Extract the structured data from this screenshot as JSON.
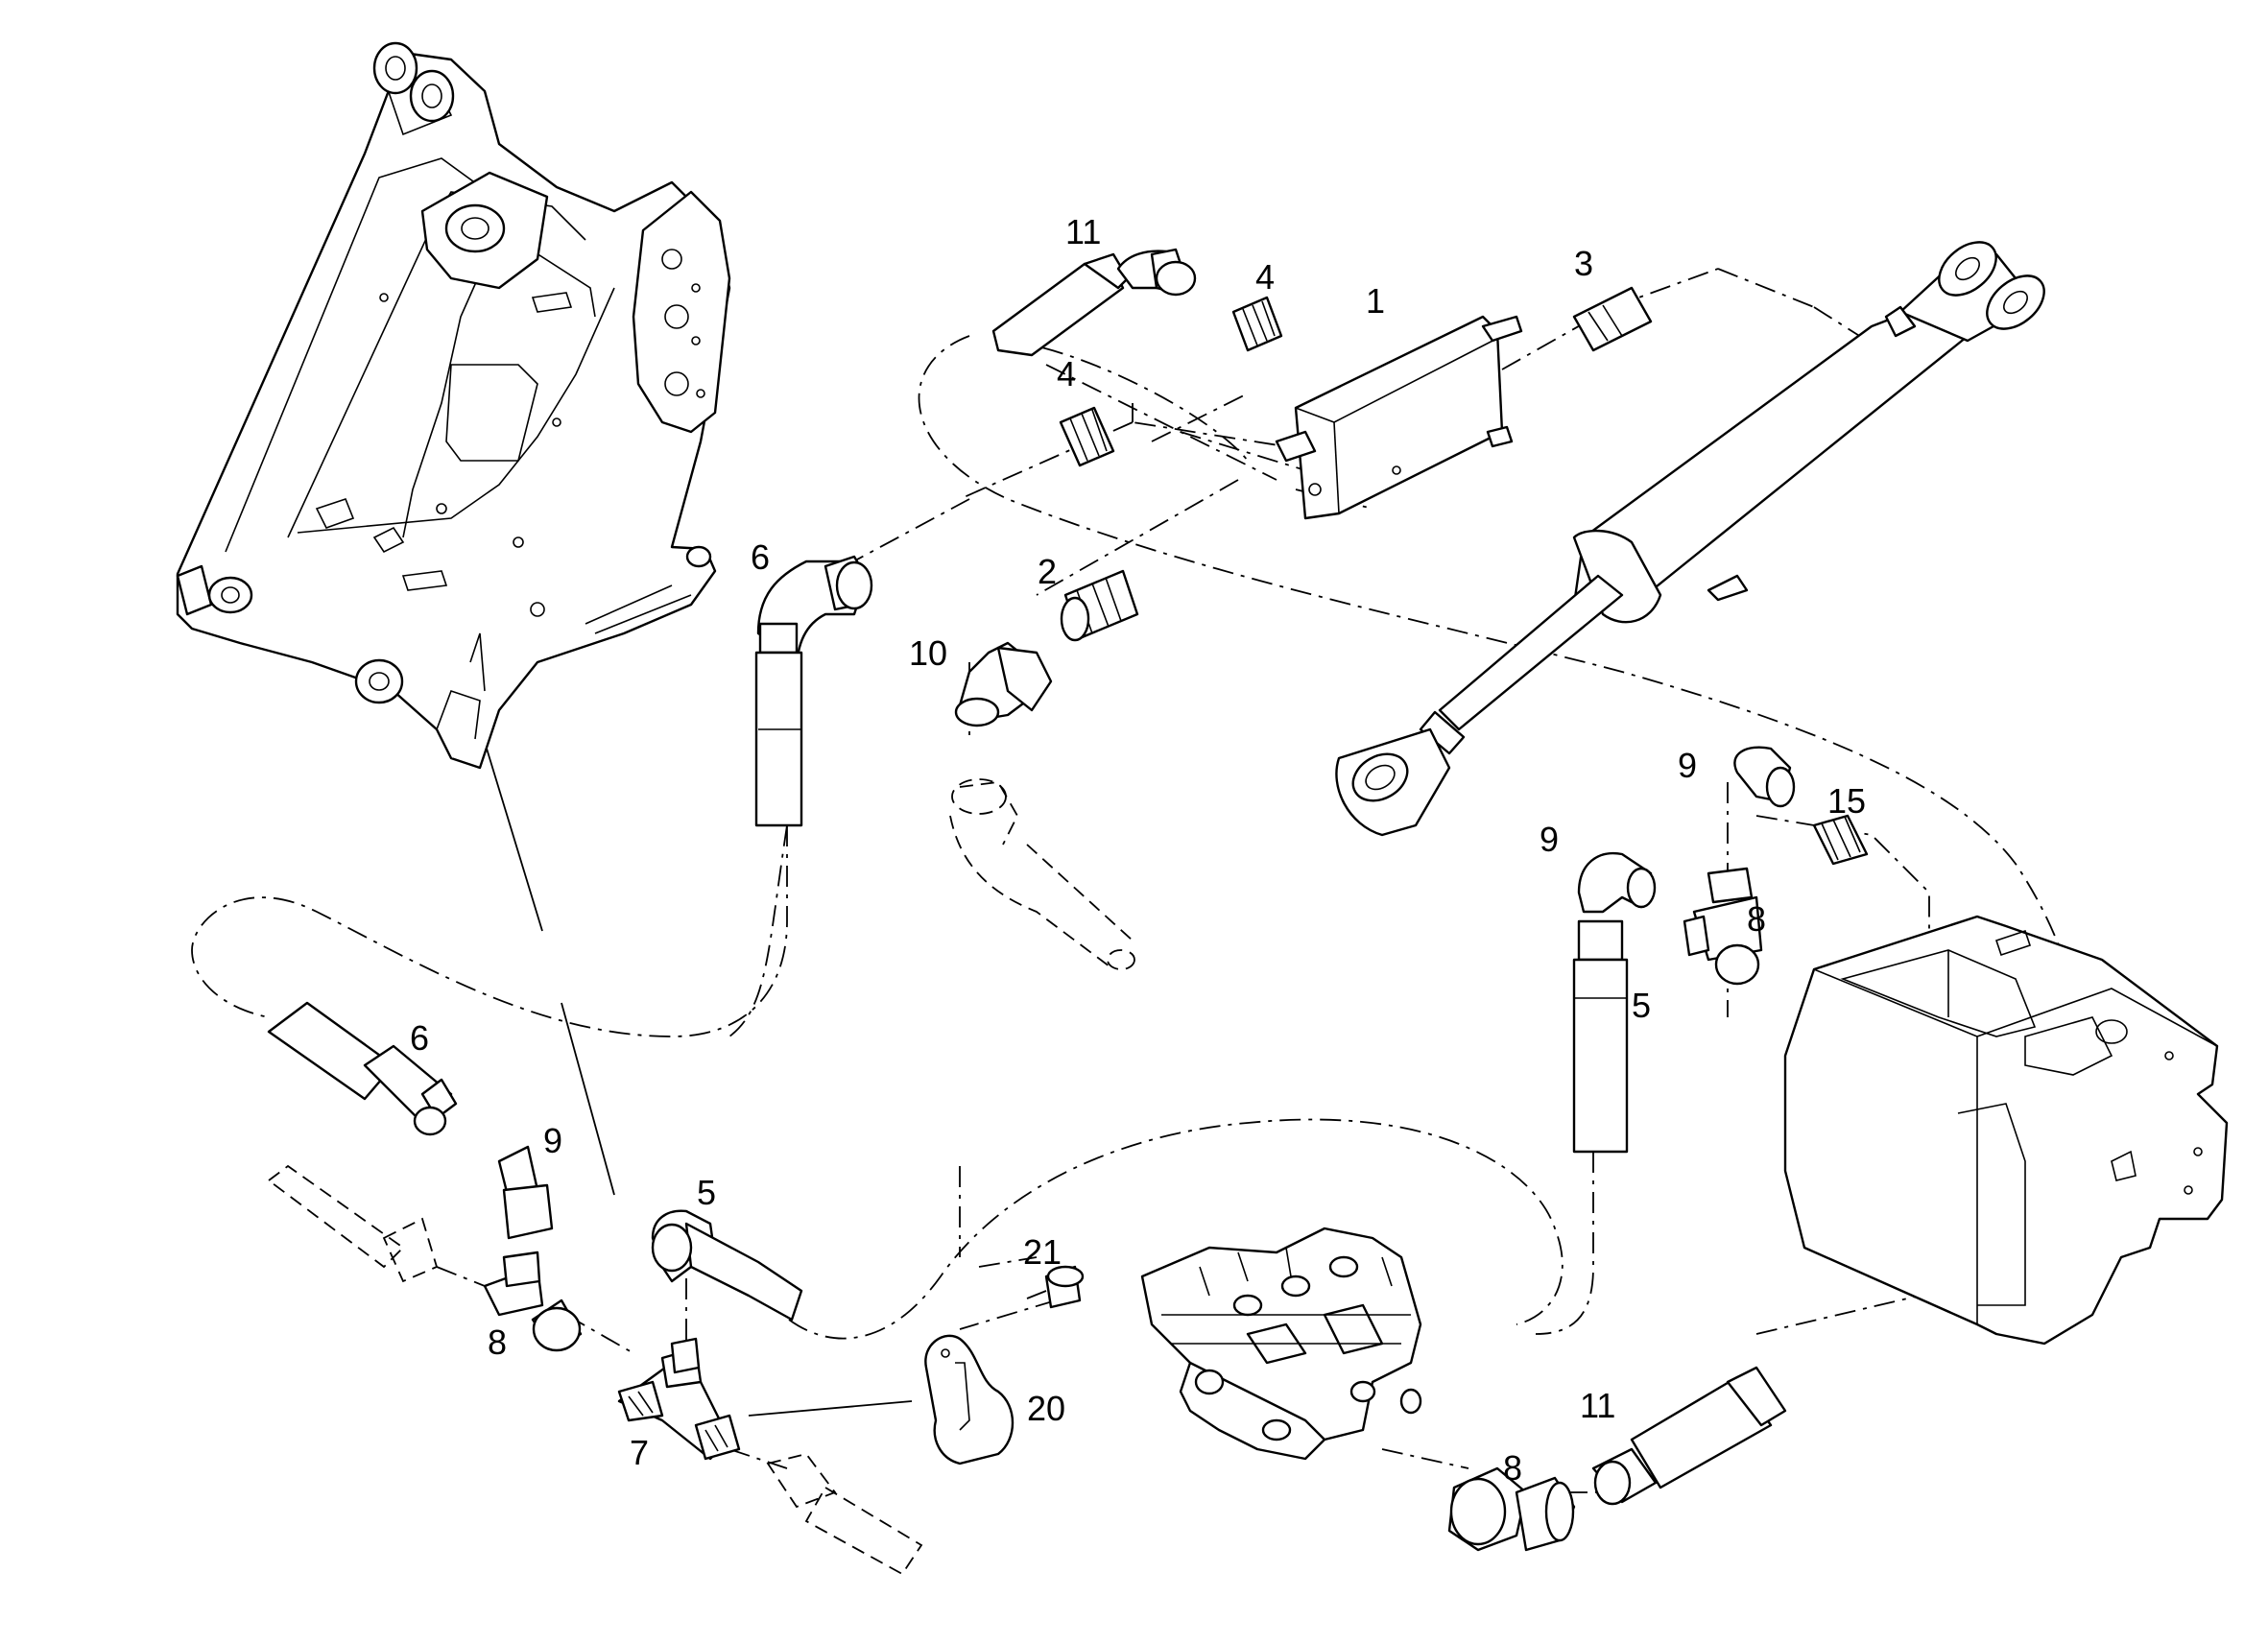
{
  "diagram": {
    "type": "exploded parts diagram",
    "callouts": [
      {
        "id": "c1",
        "text": "1"
      },
      {
        "id": "c2",
        "text": "2"
      },
      {
        "id": "c3",
        "text": "3"
      },
      {
        "id": "c4a",
        "text": "4"
      },
      {
        "id": "c4b",
        "text": "4"
      },
      {
        "id": "c5a",
        "text": "5"
      },
      {
        "id": "c5b",
        "text": "5"
      },
      {
        "id": "c6a",
        "text": "6"
      },
      {
        "id": "c6b",
        "text": "6"
      },
      {
        "id": "c7",
        "text": "7"
      },
      {
        "id": "c8a",
        "text": "8"
      },
      {
        "id": "c8b",
        "text": "8"
      },
      {
        "id": "c8c",
        "text": "8"
      },
      {
        "id": "c9a",
        "text": "9"
      },
      {
        "id": "c9b",
        "text": "9"
      },
      {
        "id": "c9c",
        "text": "9"
      },
      {
        "id": "c10",
        "text": "10"
      },
      {
        "id": "c11a",
        "text": "11"
      },
      {
        "id": "c11b",
        "text": "11"
      },
      {
        "id": "c15",
        "text": "15"
      },
      {
        "id": "c20",
        "text": "20"
      },
      {
        "id": "c21",
        "text": "21"
      }
    ],
    "colors": {
      "line": "#000000",
      "background": "#ffffff"
    }
  }
}
